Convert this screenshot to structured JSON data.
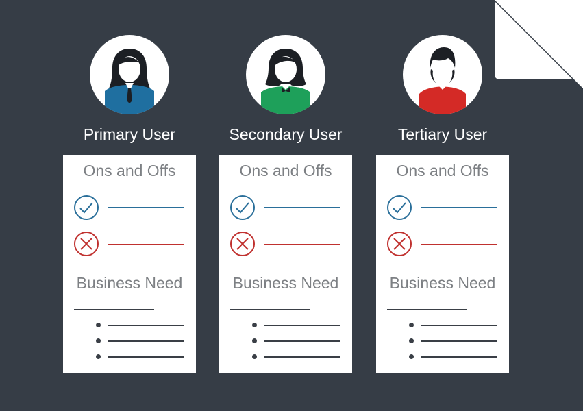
{
  "colors": {
    "document_bg": "#363d46",
    "fold": "#ffffff",
    "card": "#ffffff",
    "heading_text": "#7d8084",
    "check_blue": "#2a6f9a",
    "cross_red": "#c0312f",
    "rule_dark": "#3a3f46"
  },
  "users": [
    {
      "label": "Primary User",
      "avatar_icon": "businesswoman-avatar-icon",
      "avatar_color": "#1f6fa0",
      "card": {
        "ons_offs_heading": "Ons and Offs",
        "business_need_heading": "Business Need"
      }
    },
    {
      "label": "Secondary User",
      "avatar_icon": "woman-avatar-icon",
      "avatar_color": "#1ea05a",
      "card": {
        "ons_offs_heading": "Ons and Offs",
        "business_need_heading": "Business Need"
      }
    },
    {
      "label": "Tertiary User",
      "avatar_icon": "man-avatar-icon",
      "avatar_color": "#d42a26",
      "card": {
        "ons_offs_heading": "Ons and Offs",
        "business_need_heading": "Business Need"
      }
    }
  ]
}
